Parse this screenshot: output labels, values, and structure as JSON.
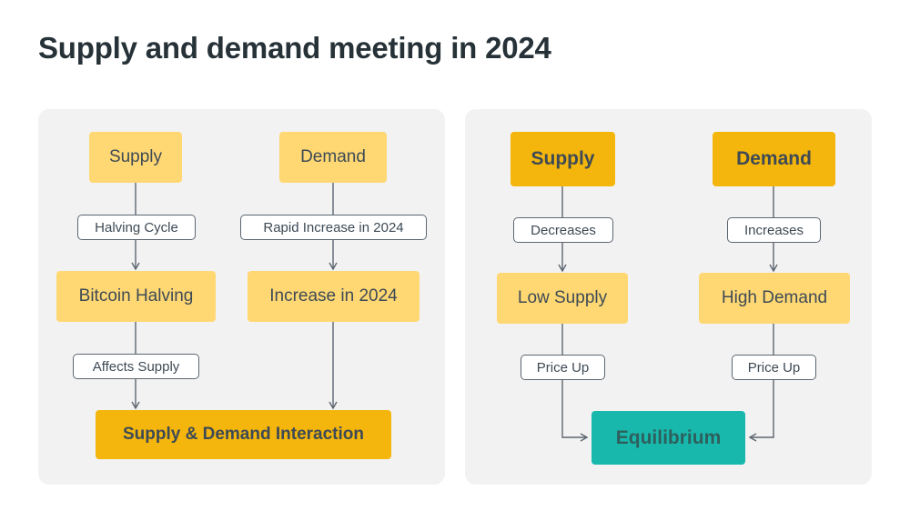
{
  "title": "Supply and demand meeting in 2024",
  "left": {
    "nodes": {
      "supply": "Supply",
      "demand": "Demand",
      "bitcoin_halving": "Bitcoin Halving",
      "increase_2024": "Increase in 2024",
      "interaction": "Supply & Demand Interaction"
    },
    "edges": {
      "halving_cycle": "Halving Cycle",
      "rapid_increase": "Rapid Increase in 2024",
      "affects_supply": "Affects Supply"
    }
  },
  "right": {
    "nodes": {
      "supply": "Supply",
      "demand": "Demand",
      "low_supply": "Low Supply",
      "high_demand": "High Demand",
      "equilibrium": "Equilibrium"
    },
    "edges": {
      "decreases": "Decreases",
      "increases": "Increases",
      "price_up_left": "Price Up",
      "price_up_right": "Price Up"
    }
  },
  "colors": {
    "light_box": "#ffd873",
    "dark_box": "#f4b60c",
    "equilibrium": "#19b8ad",
    "panel": "#f2f2f2",
    "line": "#5d6670"
  }
}
